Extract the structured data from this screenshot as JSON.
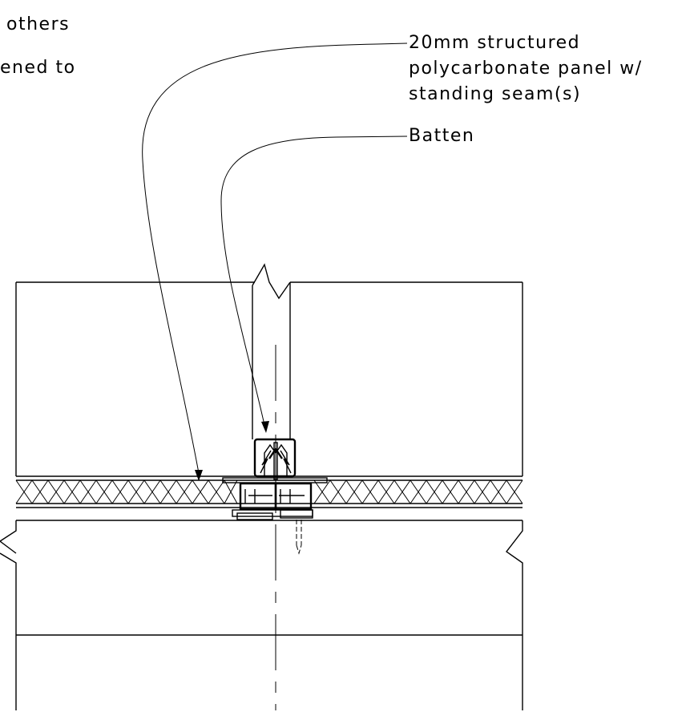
{
  "labels": {
    "left_line1": "others",
    "left_line2": "ened to",
    "panel_line1": "20mm structured",
    "panel_line2": "polycarbonate panel w/",
    "panel_line3": "standing seam(s)",
    "batten": "Batten"
  }
}
